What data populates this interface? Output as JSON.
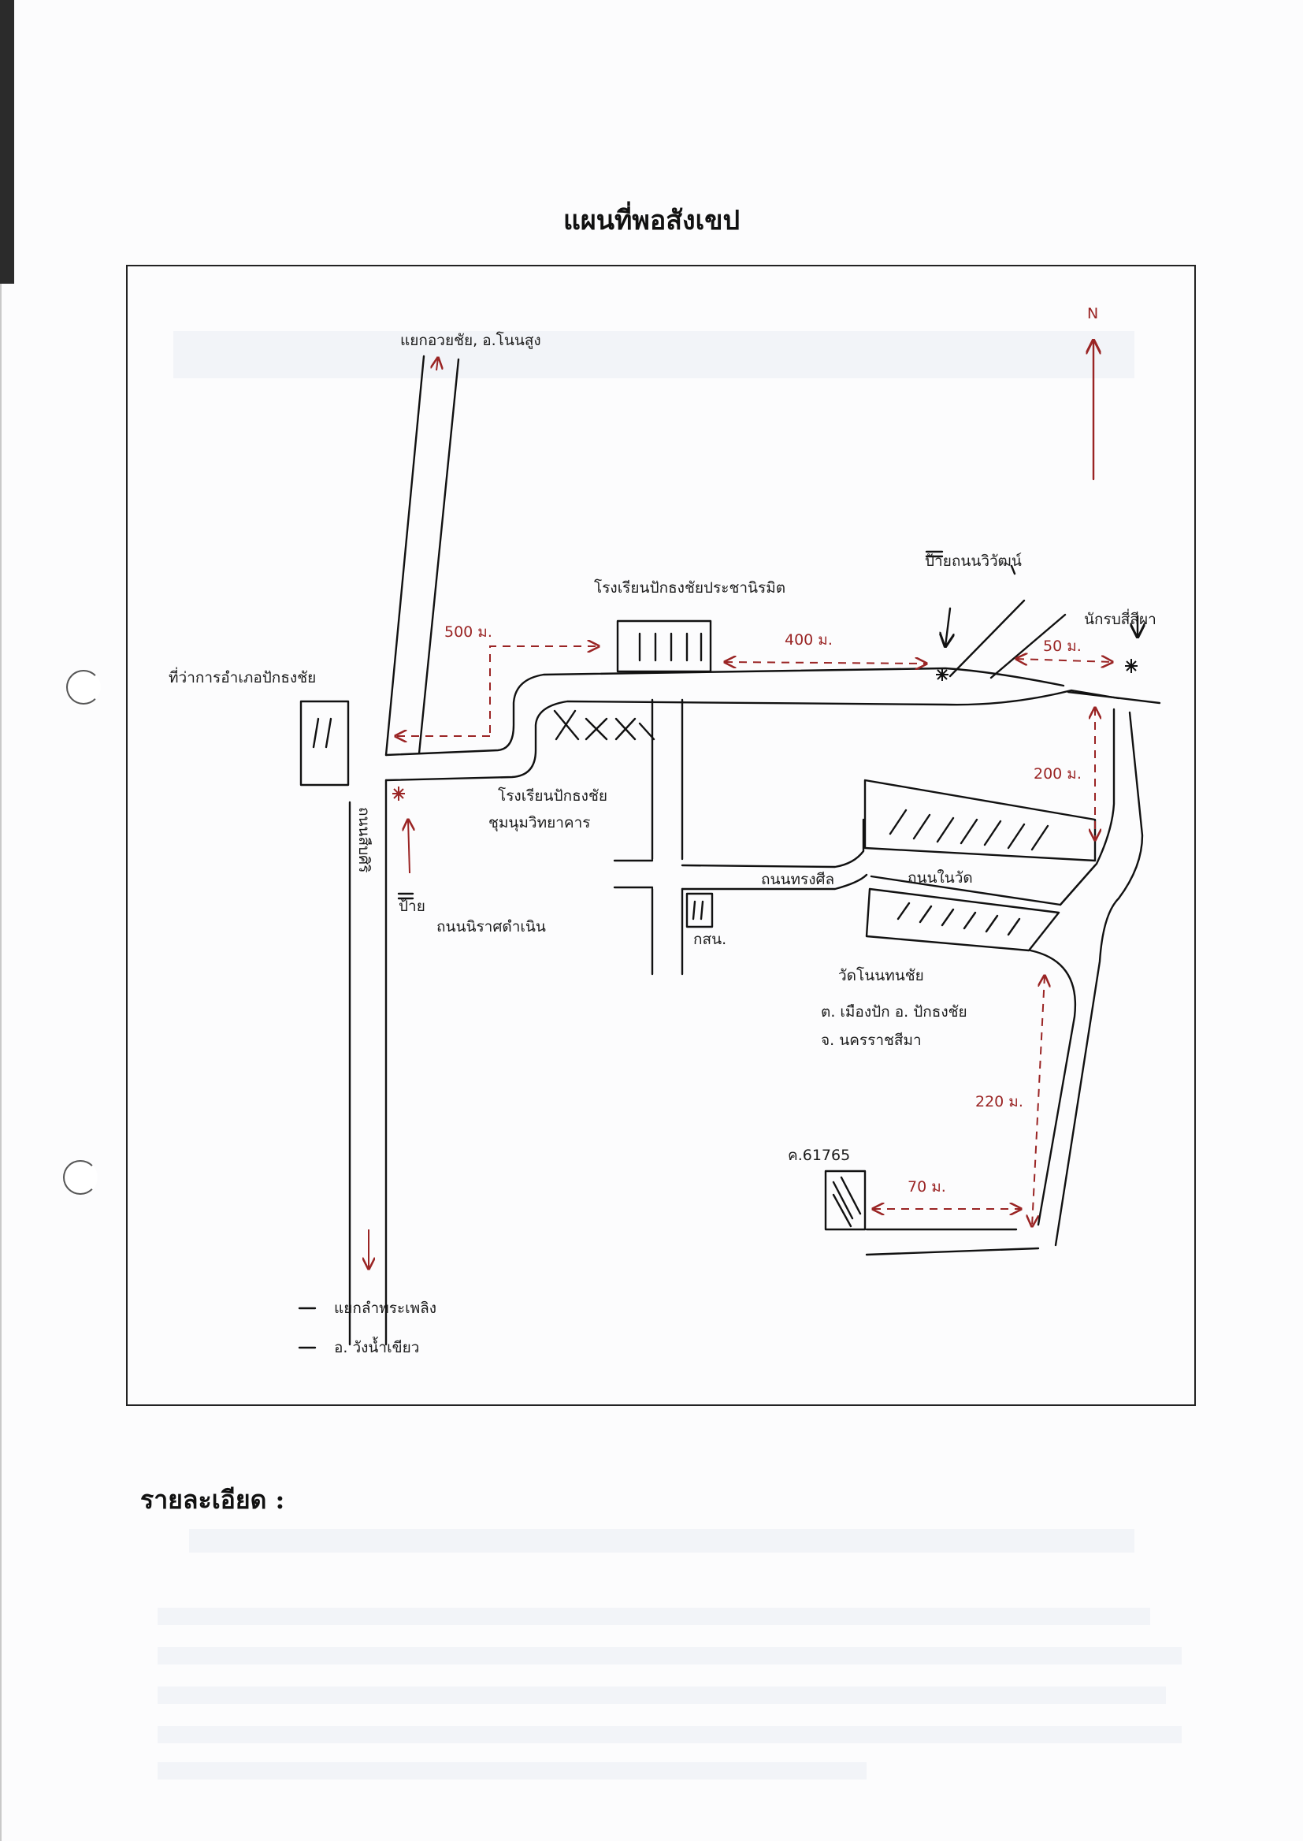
{
  "document": {
    "title": "แผนที่พอสังเขป",
    "details_label": "รายละเอียด :"
  },
  "map": {
    "north": "N",
    "labels": {
      "top_road": "แยกอวยชัย, อ.โนนสูง",
      "district_office": "ที่ว่าการอำเภอปักธงชัย",
      "school": "โรงเรียนปักธงชัยประชานิรมิต",
      "dist_500": "500 ม.",
      "dist_400": "400 ม.",
      "dist_50": "50 ม.",
      "dist_200": "200 ม.",
      "dist_220": "220 ม.",
      "dist_70": "70 ม.",
      "sign_top": "ป้ายถนนวิวัฒน์",
      "landmark_ne": "นักรบสี่สีผา",
      "school2_line1": "โรงเรียนปักธงชัย",
      "school2_line2": "ชุมนุมวิทยาคาร",
      "sign_left_word": "ป้าย",
      "sign_left_name": "ถนนนิราศดำเนิน",
      "road_vertical": "ถนนสืบศิริ",
      "road_center": "ถนนทรงศีล",
      "road_right": "ถนนในวัด",
      "post_office": "กสน.",
      "temple_line1": "วัดโนนทนชัย",
      "temple_line2": "ต. เมืองปัก อ. ปักธงชัย",
      "temple_line3": "จ. นครราชสีมา",
      "parcel": "ค.61765",
      "bottom_1": "แยกลำพระเพลิง",
      "bottom_2": "อ. วังน้ำเขียว"
    }
  }
}
